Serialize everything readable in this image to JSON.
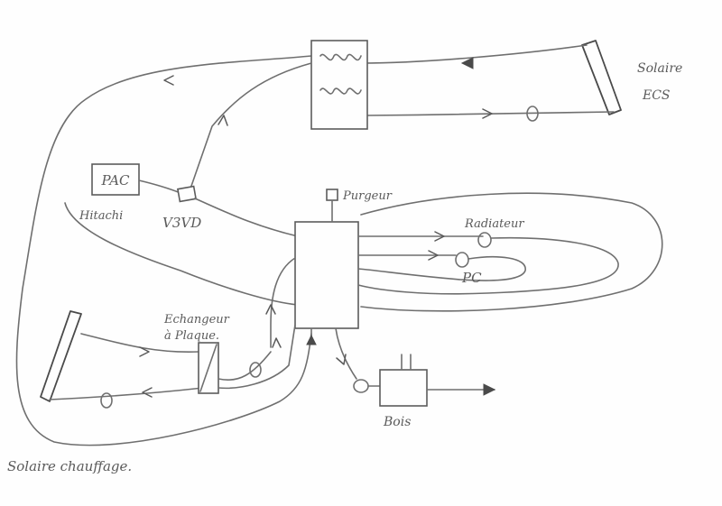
{
  "labels": {
    "solaire_ecs_line1": "Solaire",
    "solaire_ecs_line2": "ECS",
    "pac": "PAC",
    "hitachi": "Hitachi",
    "v3v": "V3VD",
    "purgeur": "Purgeur",
    "radiateur": "Radiateur",
    "pc": "PC",
    "echangeur_line1": "Echangeur",
    "echangeur_line2": "à Plaque.",
    "bois": "Bois",
    "solaire_chauffage": "Solaire chauffage."
  },
  "colors": {
    "paper": "#fefefe",
    "pencil": "#6f6f6f"
  }
}
